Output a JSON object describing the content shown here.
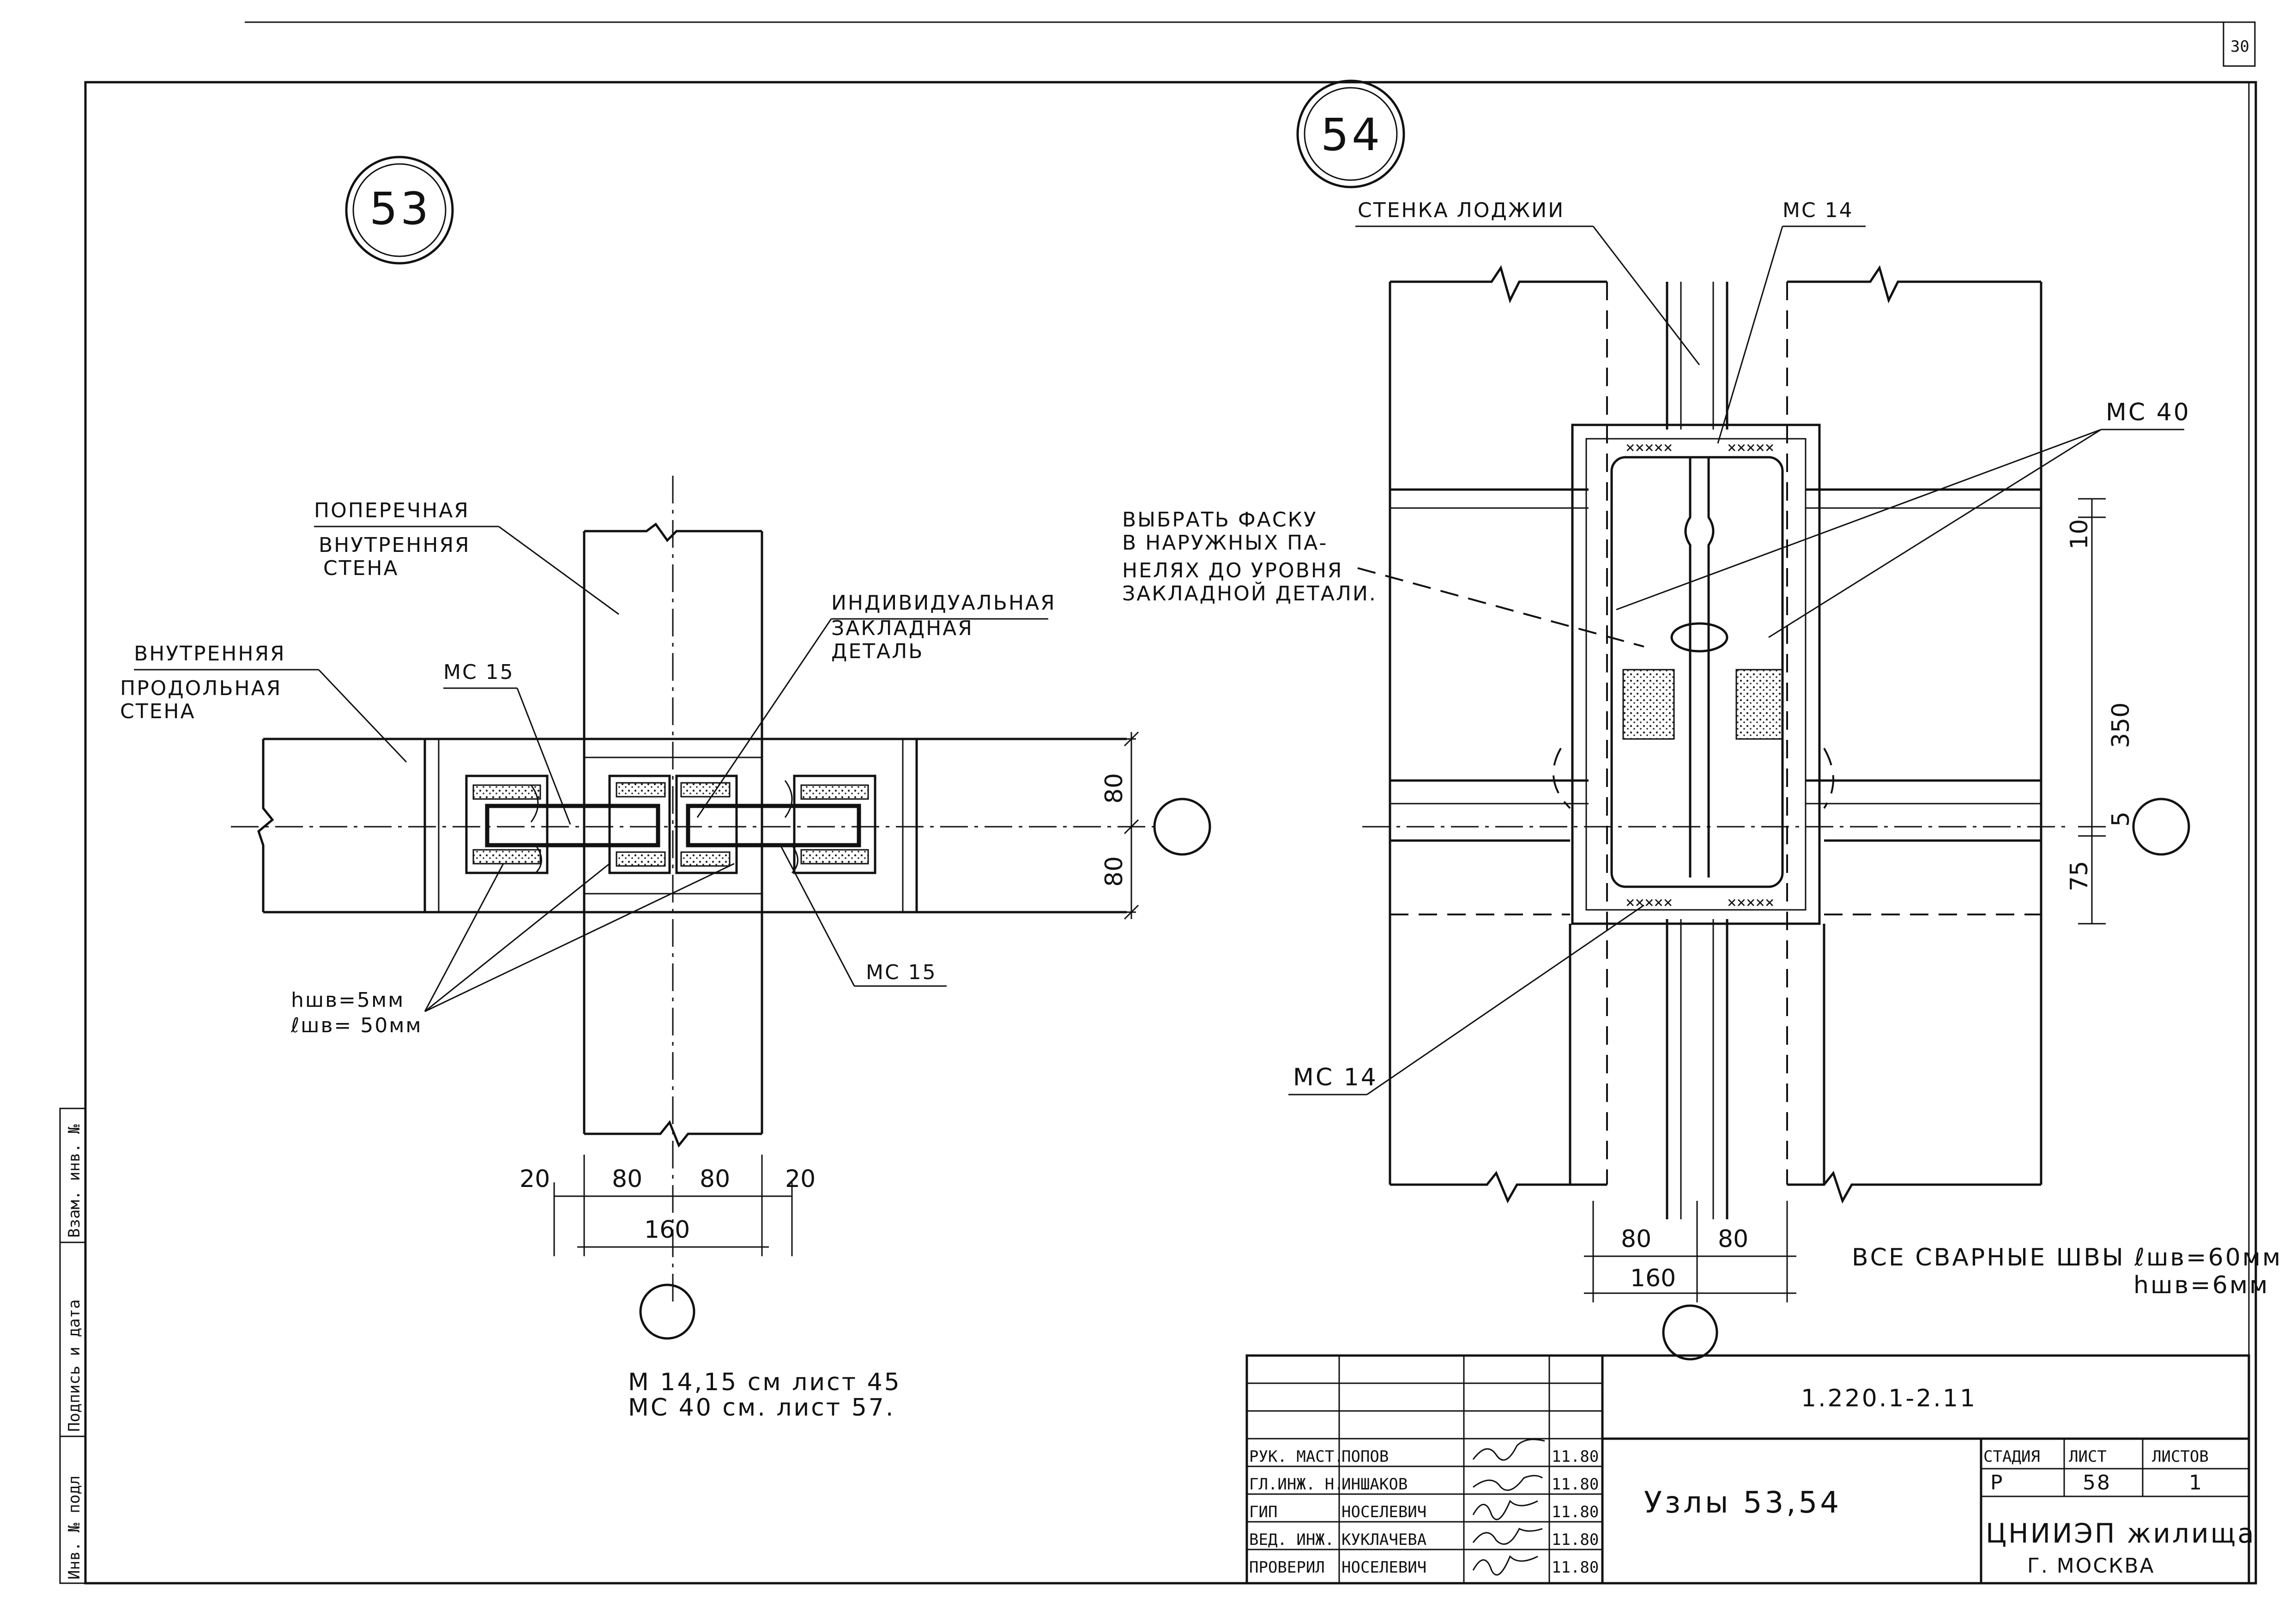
{
  "sheet_corner": "30",
  "node53": {
    "number": "53",
    "label_transverse": [
      "ПОПЕРЕЧНАЯ",
      "ВНУТРЕННЯЯ",
      "СТЕНА"
    ],
    "label_longitudinal": [
      "ВНУТРЕННЯЯ",
      "ПРОДОЛЬНАЯ",
      "СТЕНА"
    ],
    "label_embedded": [
      "ИНДИВИДУАЛЬНАЯ",
      "ЗАКЛАДНАЯ",
      "ДЕТАЛЬ"
    ],
    "mc15_top": "МС 15",
    "mc15_bottom": "МС 15",
    "weld_h": "hшв=5мм",
    "weld_l": "ℓшв= 50мм",
    "dim_right_top": "80",
    "dim_right_bottom": "80",
    "dim_bottom_1": "20",
    "dim_bottom_2": "80",
    "dim_bottom_3": "80",
    "dim_bottom_4": "20",
    "dim_bottom_total": "160",
    "note_line1": "М 14,15 см лист 45",
    "note_line2": "МС 40 см. лист 57."
  },
  "node54": {
    "number": "54",
    "label_loggia": "СТЕНКА ЛОДЖИИ",
    "mc14_top": "МС 14",
    "mc40": "МС 40",
    "mc14_bottom": "МС 14",
    "label_chamfer": [
      "ВЫБРАТЬ ФАСКУ",
      "В НАРУЖНЫХ ПА-",
      "НЕЛЯХ ДО УРОВНЯ",
      "ЗАКЛАДНОЙ ДЕТАЛИ."
    ],
    "dim_10": "10",
    "dim_350": "350",
    "dim_5": "5",
    "dim_75": "75",
    "dim_bottom_1": "80",
    "dim_bottom_2": "80",
    "dim_bottom_total": "160",
    "welds_note": "ВСЕ СВАРНЫЕ ШВЫ ℓшв=60мм",
    "welds_note2": "hшв=6мм"
  },
  "side_stamp": [
    "Инв. № подл",
    "Подпись и дата",
    "Взам. инв. №"
  ],
  "title_block": {
    "code": "1.220.1-2.11",
    "title": "Узлы 53,54",
    "stage_label": "СТАДИЯ",
    "sheet_label": "ЛИСТ",
    "sheets_label": "ЛИСТОВ",
    "stage": "Р",
    "sheet": "58",
    "sheets": "1",
    "org": "ЦНИИЭП жилища",
    "city": "Г. МОСКВА",
    "people": [
      {
        "role": "РУК. МАСТ.",
        "name": "ПОПОВ",
        "date": "11.80"
      },
      {
        "role": "ГЛ.ИНЖ. Н.",
        "name": "ИНШАКОВ",
        "date": "11.80"
      },
      {
        "role": "ГИП",
        "name": "НОСЕЛЕВИЧ",
        "date": "11.80"
      },
      {
        "role": "ВЕД. ИНЖ.",
        "name": "КУКЛАЧЕВА",
        "date": "11.80"
      },
      {
        "role": "ПРОВЕРИЛ",
        "name": "НОСЕЛЕВИЧ",
        "date": "11.80"
      }
    ]
  }
}
